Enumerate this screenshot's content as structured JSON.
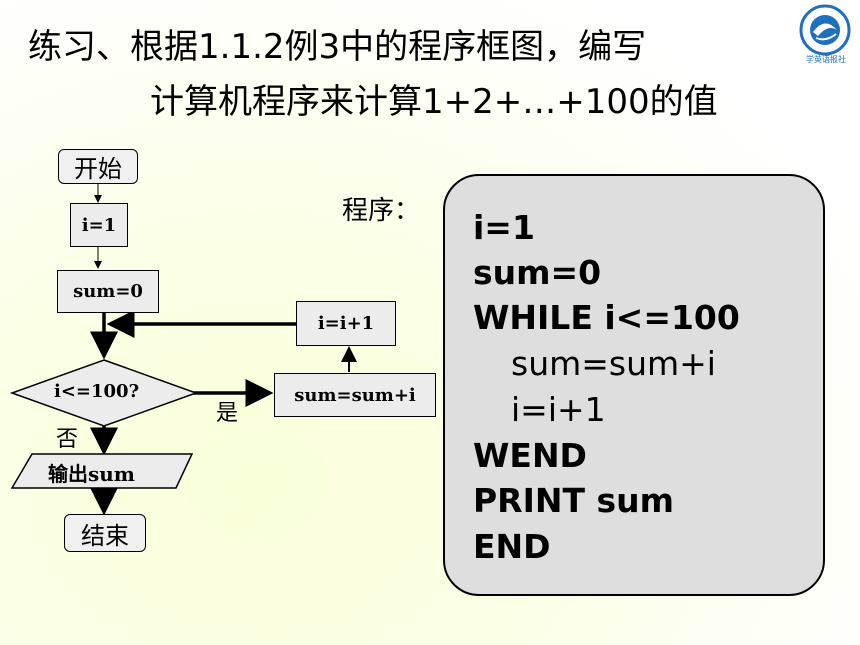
{
  "title": {
    "line1": "练习、根据1.1.2例3中的程序框图，编写",
    "line2": "计算机程序来计算1+2+…+100的值"
  },
  "logo": {
    "icon": "school-seal-icon",
    "text": "学英语报社"
  },
  "flowchart": {
    "start": "开始",
    "init_i": "i=1",
    "init_sum": "sum=0",
    "condition": "i<=100?",
    "yes": "是",
    "no": "否",
    "body_sum": "sum=sum+i",
    "body_i": "i=i+1",
    "output": "输出sum",
    "end": "结束"
  },
  "program": {
    "label": "程序：",
    "lines": [
      "i=1",
      "sum=0",
      "WHILE i<=100",
      "sum=sum+i",
      "i=i+1",
      "WEND",
      "PRINT sum",
      "END"
    ]
  },
  "colors": {
    "code_panel_bg": "#dedede",
    "box_bg": "#ececec",
    "logo_blue": "#1f6fc0"
  }
}
